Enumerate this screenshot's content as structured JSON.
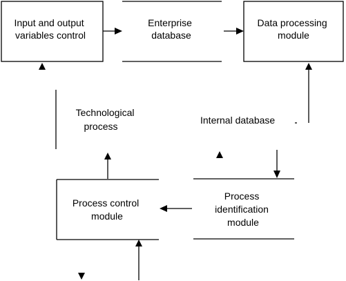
{
  "diagram": {
    "blocks": {
      "io_control": {
        "lines": [
          "Input and output",
          "variables control"
        ]
      },
      "enterprise_db": {
        "lines": [
          "Enterprise",
          "database"
        ]
      },
      "data_processing": {
        "lines": [
          "Data processing",
          "module"
        ]
      },
      "process_control": {
        "lines": [
          "Process control",
          "module"
        ]
      },
      "process_identification": {
        "lines": [
          "Process",
          "identification",
          "module"
        ]
      }
    },
    "labels": {
      "technological_process": {
        "lines": [
          "Technological",
          "process"
        ]
      },
      "internal_database": {
        "lines": [
          "Internal database"
        ]
      }
    }
  }
}
